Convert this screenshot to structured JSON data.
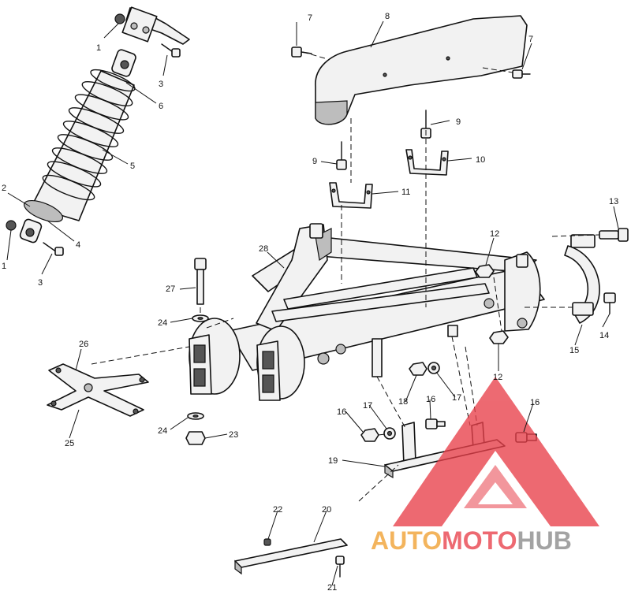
{
  "callouts": {
    "c1a": "1",
    "c1b": "1",
    "c2": "2",
    "c3a": "3",
    "c3b": "3",
    "c4": "4",
    "c5": "5",
    "c6": "6",
    "c7a": "7",
    "c7b": "7",
    "c8": "8",
    "c9a": "9",
    "c9b": "9",
    "c10": "10",
    "c11": "11",
    "c12a": "12",
    "c12b": "12",
    "c13": "13",
    "c14": "14",
    "c15": "15",
    "c16a": "16",
    "c16b": "16",
    "c16c": "16",
    "c17a": "17",
    "c17b": "17",
    "c18": "18",
    "c19": "19",
    "c20": "20",
    "c21": "21",
    "c22": "22",
    "c23": "23",
    "c24a": "24",
    "c24b": "24",
    "c25": "25",
    "c26": "26",
    "c27": "27",
    "c28": "28"
  },
  "watermark": {
    "part1": "AUTO",
    "part2": "MOTO",
    "part3": "HUB",
    "color_red": "#e8404a",
    "color_orange": "#f0a030",
    "color_gray": "#8a8a8a"
  }
}
